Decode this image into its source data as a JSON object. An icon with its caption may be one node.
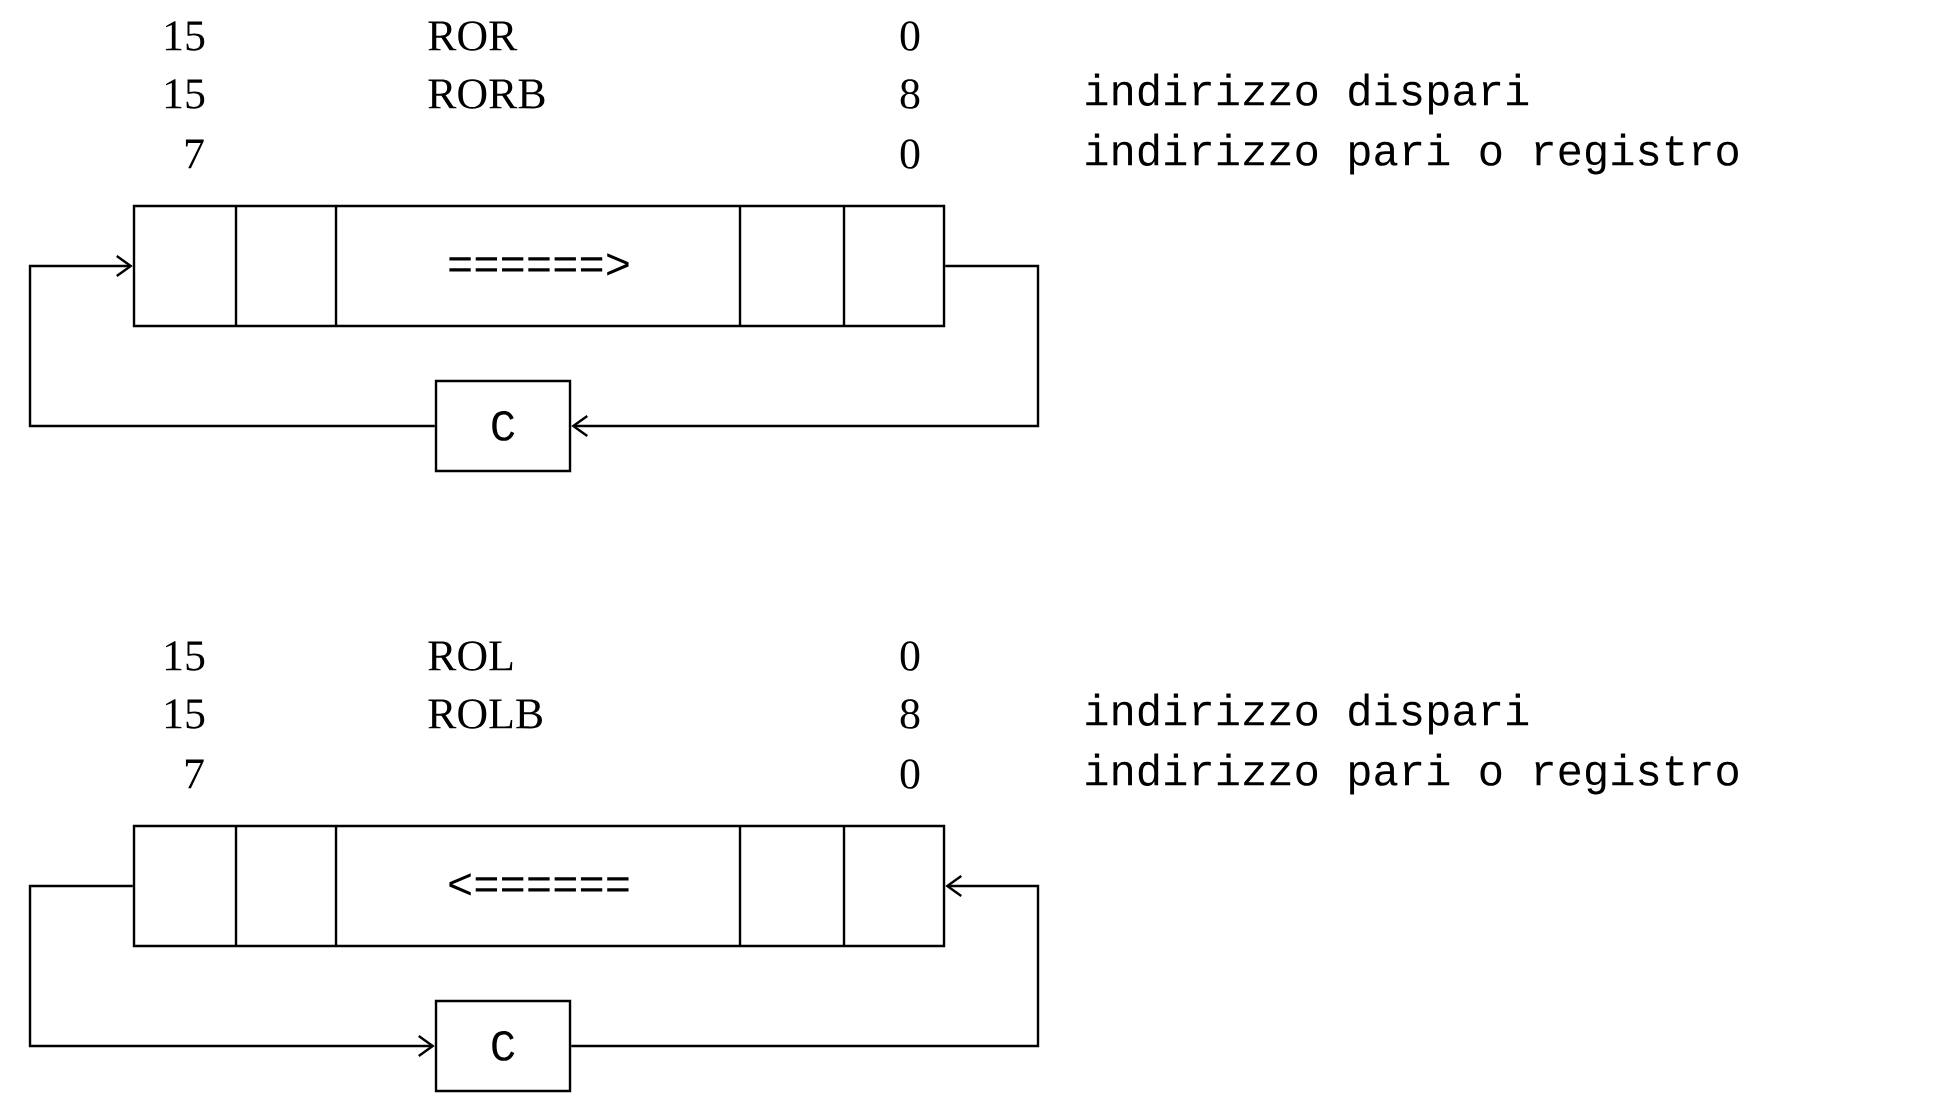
{
  "diagram": {
    "nodes": [
      {
        "text": [
          "======>"
        ]
      },
      {
        "text": [
          "C"
        ]
      },
      {
        "text": [
          "<======"
        ]
      },
      {
        "text": [
          "C"
        ]
      }
    ],
    "edges": [
      {
        "from": 0,
        "to": 1,
        "arrow": "to"
      },
      {
        "from": 1,
        "to": 0,
        "arrow": "to"
      },
      {
        "from": 2,
        "to": 3,
        "arrow": "to"
      },
      {
        "from": 3,
        "to": 2,
        "arrow": "to"
      }
    ],
    "labels": [
      "15",
      "ROR",
      "0",
      "15",
      "RORB",
      "8",
      "indirizzo dispari",
      "7",
      "0",
      "indirizzo pari o registro",
      "15",
      "ROL",
      "0",
      "15",
      "ROLB",
      "8",
      "indirizzo dispari",
      "7",
      "0",
      "indirizzo pari o registro"
    ]
  }
}
